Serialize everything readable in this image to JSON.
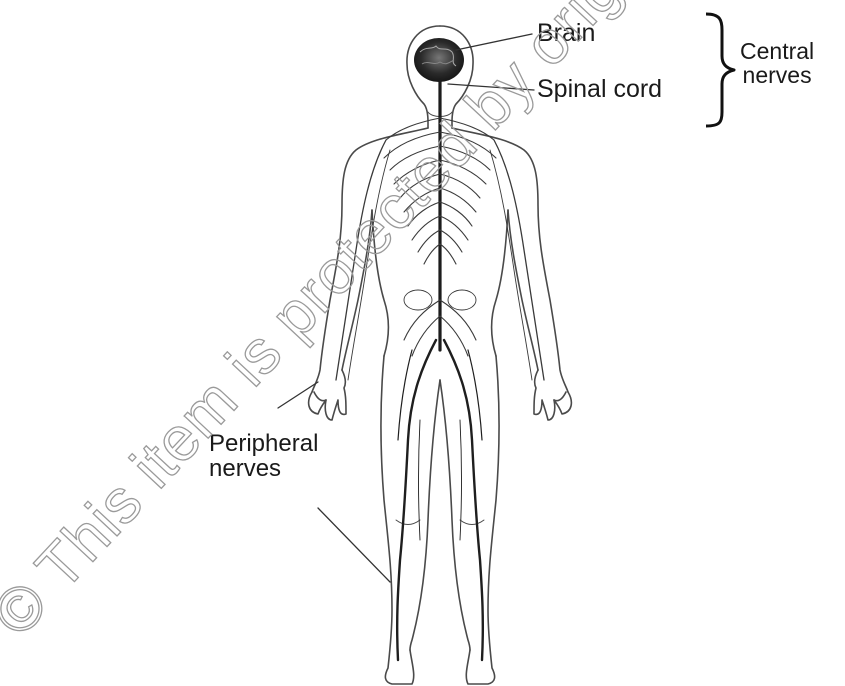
{
  "labels": {
    "brain": "Brain",
    "spinal_cord": "Spinal cord",
    "central_line1": "Central",
    "central_line2": "nerves",
    "peripheral_line1": "Peripheral",
    "peripheral_line2": "nerves"
  },
  "watermark": {
    "text": "© This item is protected by original",
    "color": "#9a9a9a"
  },
  "colors": {
    "outline": "#4a4a4a",
    "nerve": "#2b2b2b",
    "brain": "#1c1c1c",
    "background": "#ffffff"
  }
}
